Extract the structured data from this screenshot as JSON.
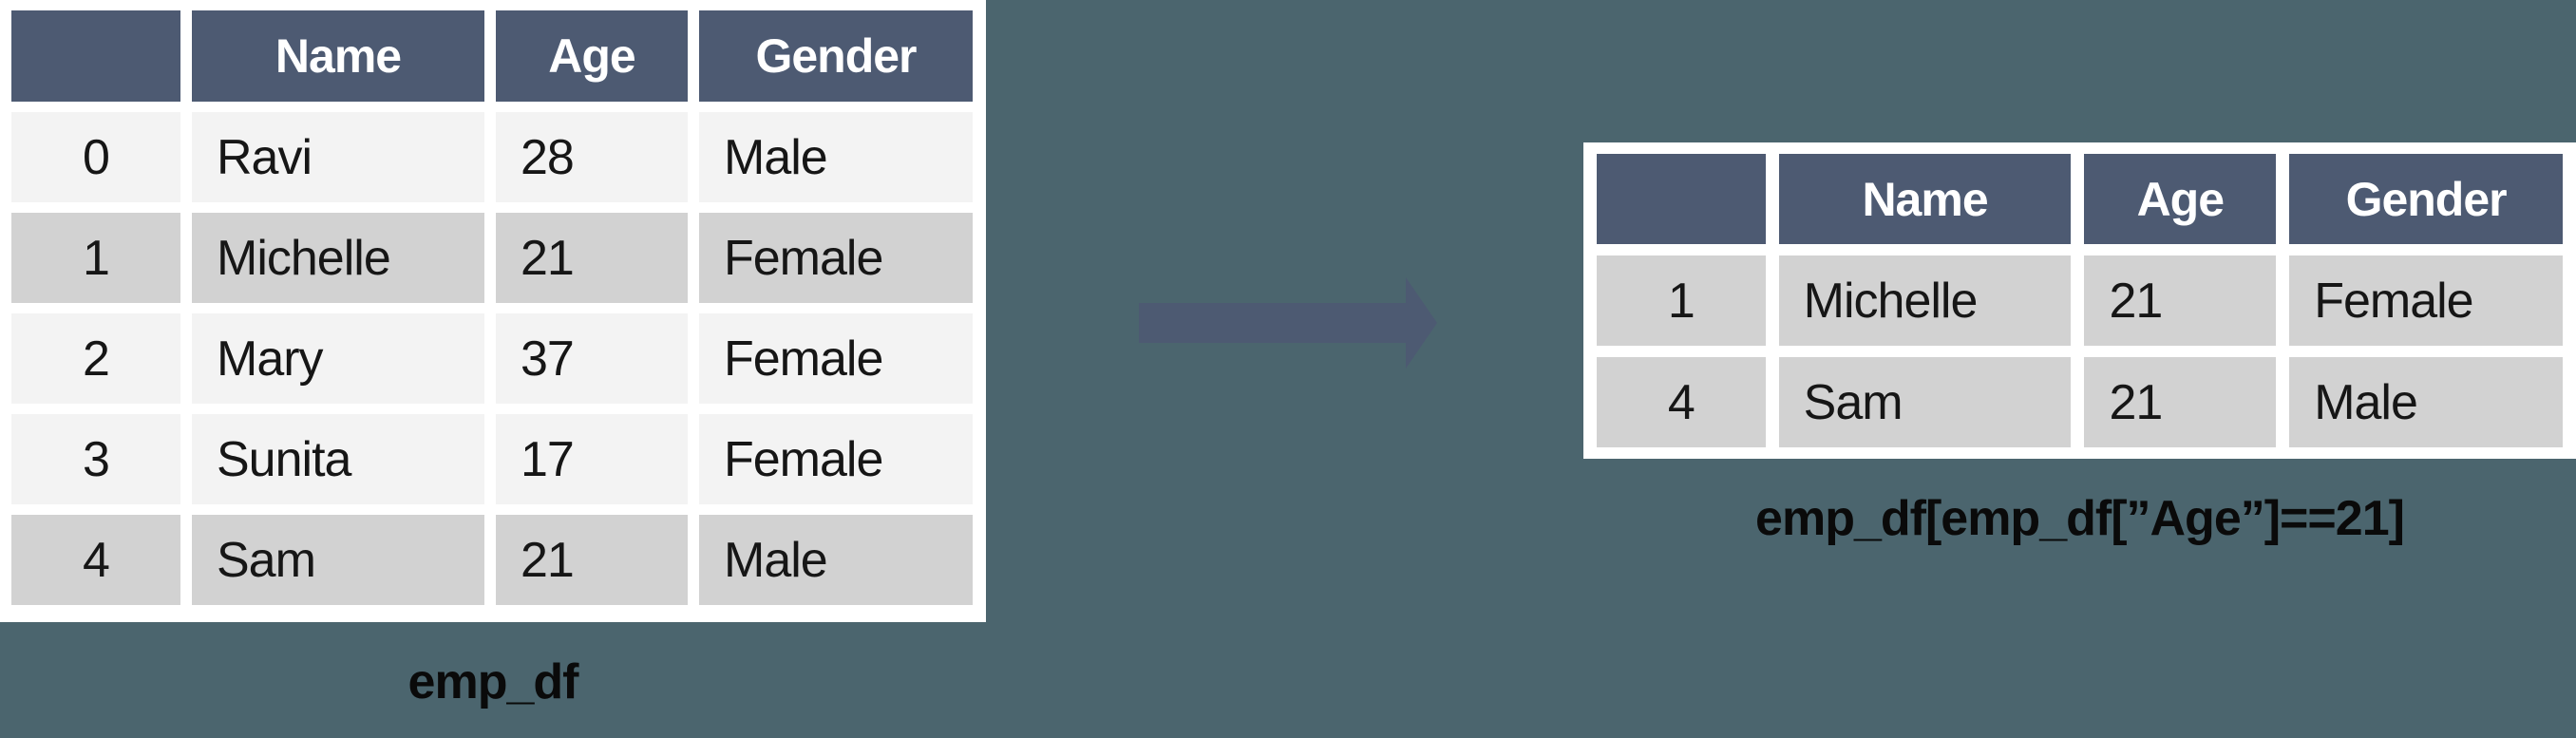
{
  "colors": {
    "background": "#4B656E",
    "panel": "#FFFFFF",
    "header": "#4D5A72",
    "arrow": "#4D5A72",
    "row_light": "#F3F3F3",
    "row_highlight": "#D2D2D2",
    "header_text": "#FFFFFF",
    "cell_text": "#161616",
    "caption_text": "#0A0A0A"
  },
  "left_table": {
    "caption": "emp_df",
    "columns": [
      "",
      "Name",
      "Age",
      "Gender"
    ],
    "rows": [
      {
        "index": "0",
        "name": "Ravi",
        "age": "28",
        "gender": "Male",
        "highlighted": false
      },
      {
        "index": "1",
        "name": "Michelle",
        "age": "21",
        "gender": "Female",
        "highlighted": true
      },
      {
        "index": "2",
        "name": "Mary",
        "age": "37",
        "gender": "Female",
        "highlighted": false
      },
      {
        "index": "3",
        "name": "Sunita",
        "age": "17",
        "gender": "Female",
        "highlighted": false
      },
      {
        "index": "4",
        "name": "Sam",
        "age": "21",
        "gender": "Male",
        "highlighted": true
      }
    ]
  },
  "right_table": {
    "caption": "emp_df[emp_df[”Age”]==21]",
    "columns": [
      "",
      "Name",
      "Age",
      "Gender"
    ],
    "rows": [
      {
        "index": "1",
        "name": "Michelle",
        "age": "21",
        "gender": "Female",
        "highlighted": true
      },
      {
        "index": "4",
        "name": "Sam",
        "age": "21",
        "gender": "Male",
        "highlighted": true
      }
    ]
  },
  "arrow": {
    "icon": "right-arrow"
  }
}
